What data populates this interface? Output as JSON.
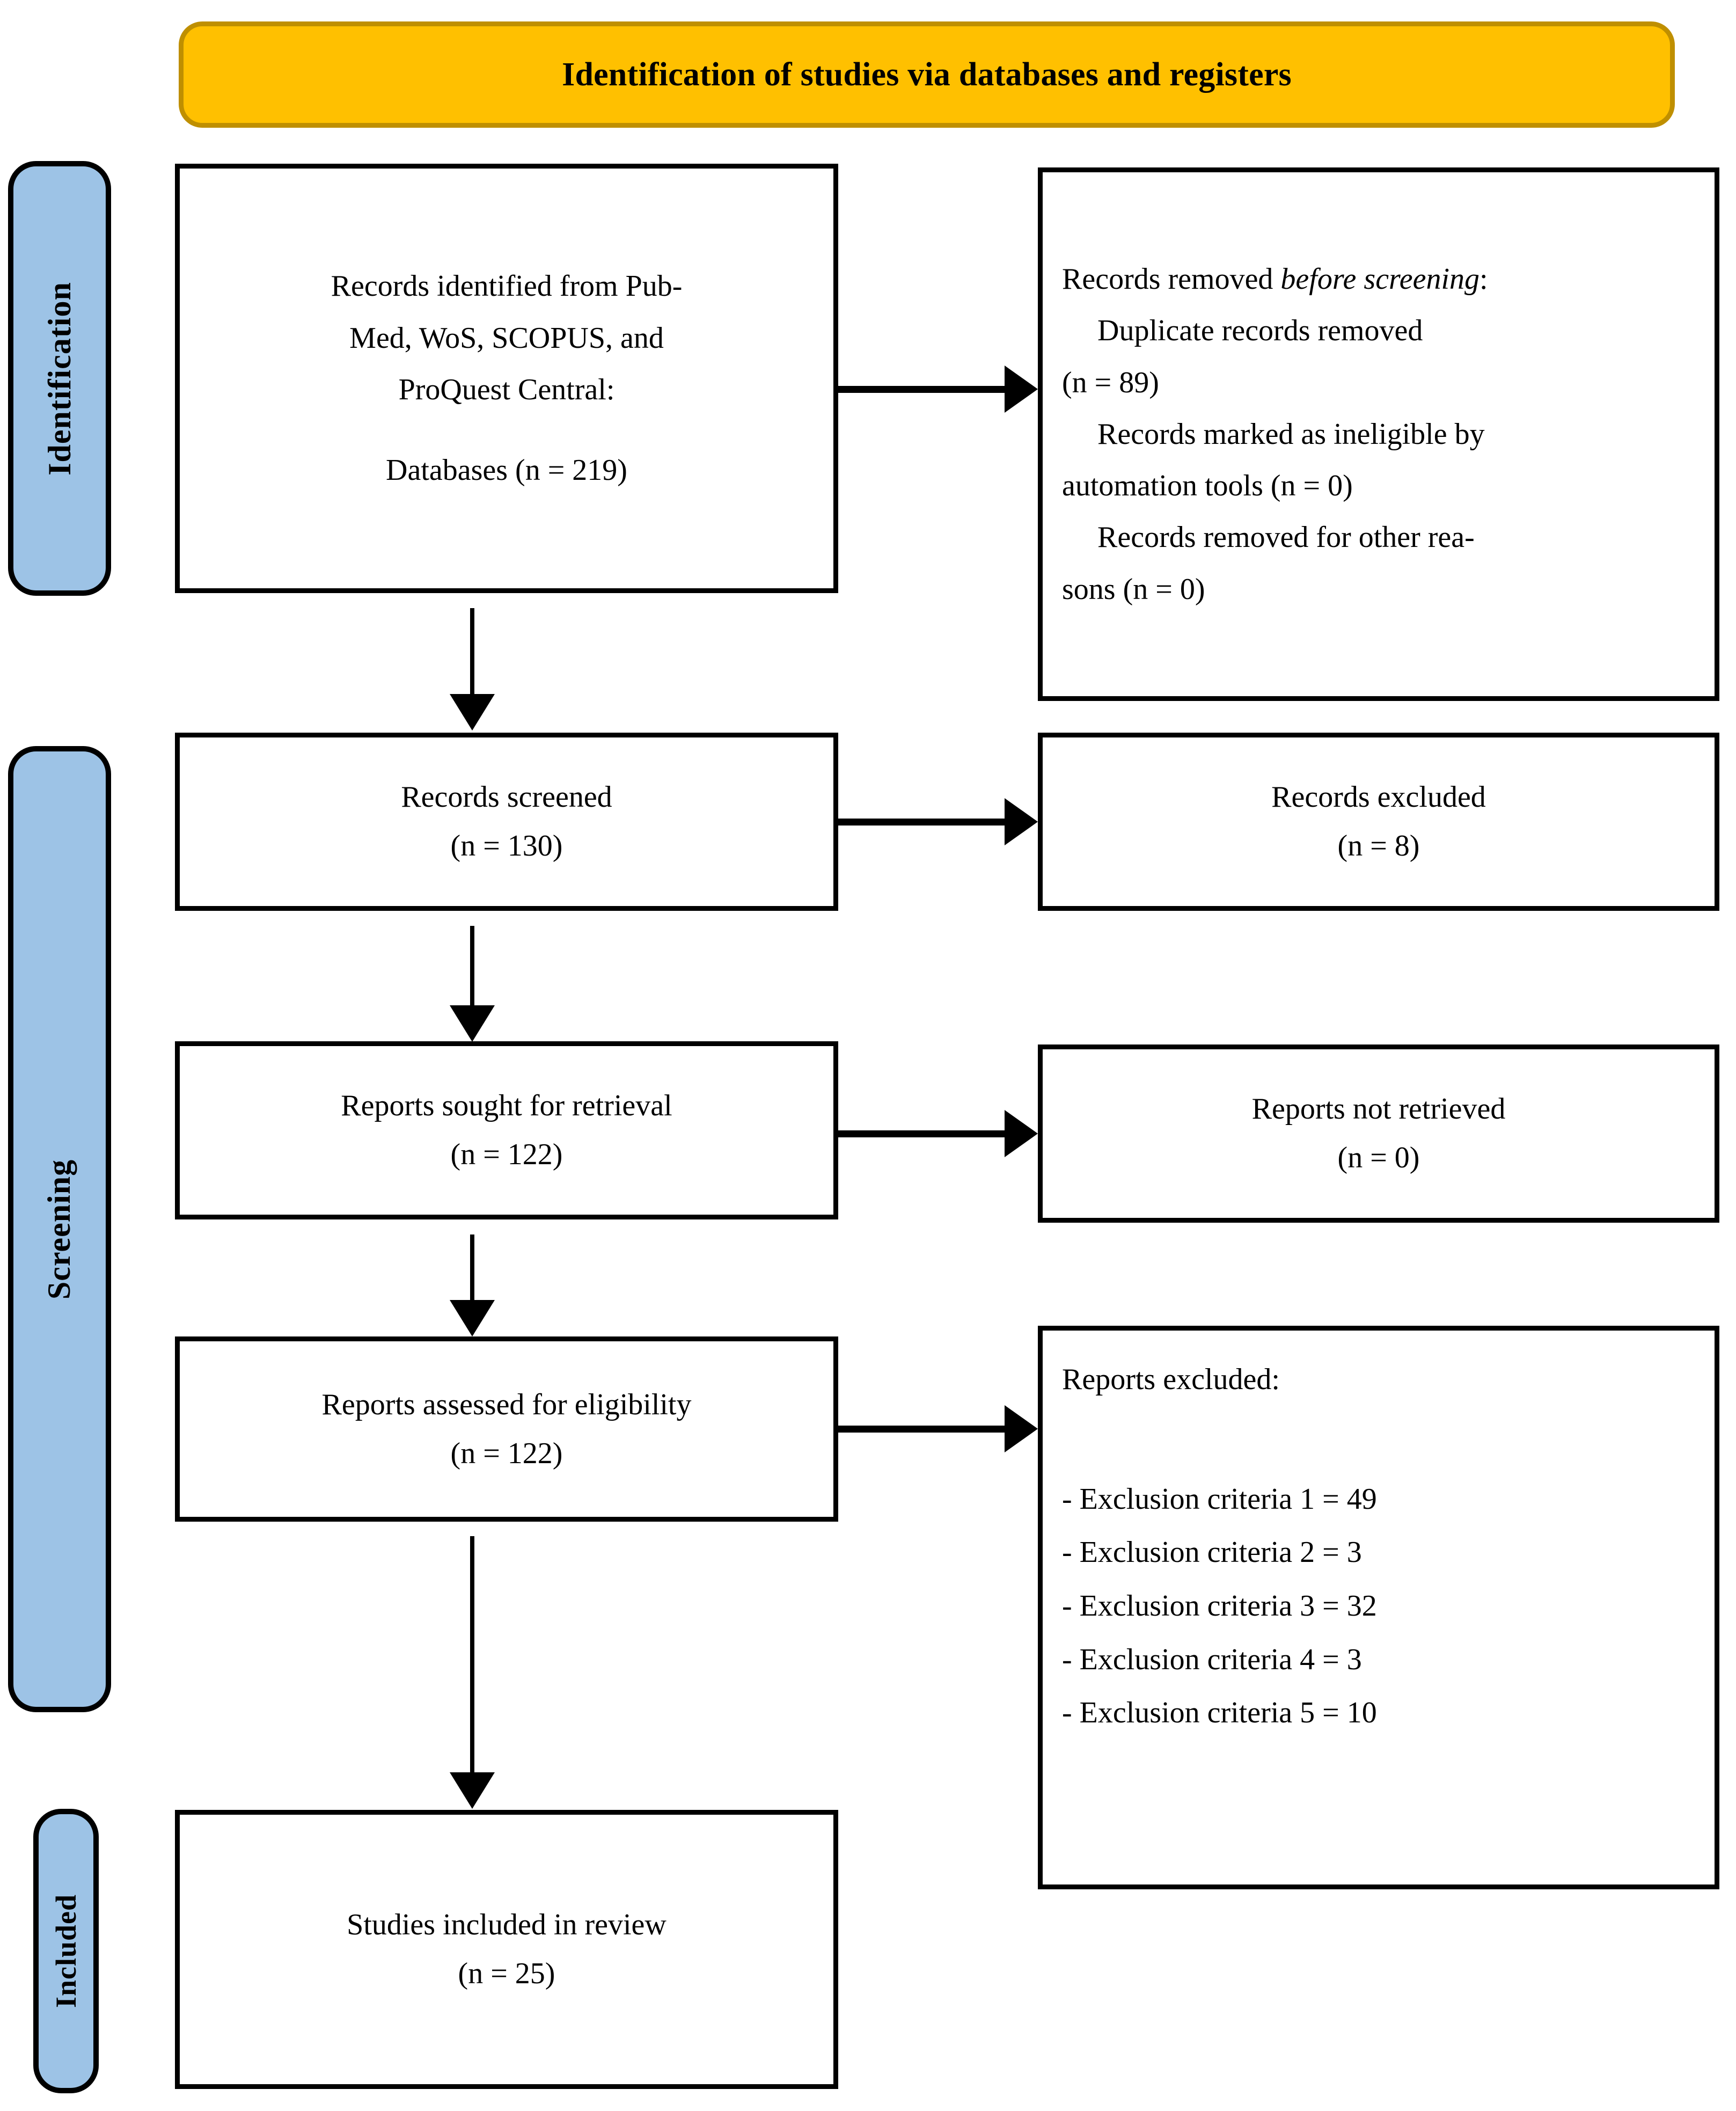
{
  "header": {
    "title": "Identification of studies via databases and registers",
    "background_color": "#FFC000",
    "border_color": "#BF8F00"
  },
  "stages": {
    "accent_color": "#9DC3E6",
    "identification": "Identification",
    "screening": "Screening",
    "included": "Included"
  },
  "boxes": {
    "records_identified": {
      "line1": "Records identified from Pub-",
      "line2": "Med, WoS, SCOPUS, and",
      "line3": "ProQuest Central:",
      "line4": "Databases (n = 219)"
    },
    "records_removed": {
      "title_plain": "Records removed ",
      "title_italic": "before screening",
      "title_colon": ":",
      "item1": "Duplicate records removed",
      "item1_n": "(n = 89)",
      "item2": "Records marked as ineligible by",
      "item2_n": "automation tools (n = 0)",
      "item3": "Records removed for other rea-",
      "item3_n": "sons (n = 0)"
    },
    "records_screened": {
      "label": "Records screened",
      "count": "(n = 130)"
    },
    "records_excluded": {
      "label": "Records excluded",
      "count": "(n = 8)"
    },
    "reports_sought": {
      "label": "Reports sought for retrieval",
      "count": "(n = 122)"
    },
    "reports_not_retrieved": {
      "label": "Reports not retrieved",
      "count": "(n = 0)"
    },
    "reports_assessed": {
      "label": "Reports assessed for eligibility",
      "count": "(n = 122)"
    },
    "reports_excluded": {
      "title": "Reports excluded:",
      "items": [
        "- Exclusion criteria 1 = 49",
        "- Exclusion criteria 2 = 3",
        "- Exclusion criteria 3 = 32",
        "- Exclusion criteria 4 = 3",
        "- Exclusion criteria 5 = 10"
      ]
    },
    "studies_included": {
      "label": "Studies included in review",
      "count": "(n = 25)"
    }
  },
  "chart_data": {
    "type": "diagram",
    "title": "Identification of studies via databases and registers",
    "diagram_kind": "PRISMA 2020 flow diagram",
    "stages": [
      "Identification",
      "Screening",
      "Included"
    ],
    "nodes": [
      {
        "id": "records_identified",
        "stage": "Identification",
        "column": "left",
        "label": "Records identified from PubMed, WoS, SCOPUS, and ProQuest Central: Databases",
        "n": 219
      },
      {
        "id": "records_removed",
        "stage": "Identification",
        "column": "right",
        "label": "Records removed before screening",
        "breakdown": [
          {
            "label": "Duplicate records removed",
            "n": 89
          },
          {
            "label": "Records marked as ineligible by automation tools",
            "n": 0
          },
          {
            "label": "Records removed for other reasons",
            "n": 0
          }
        ]
      },
      {
        "id": "records_screened",
        "stage": "Screening",
        "column": "left",
        "label": "Records screened",
        "n": 130
      },
      {
        "id": "records_excluded",
        "stage": "Screening",
        "column": "right",
        "label": "Records excluded",
        "n": 8
      },
      {
        "id": "reports_sought",
        "stage": "Screening",
        "column": "left",
        "label": "Reports sought for retrieval",
        "n": 122
      },
      {
        "id": "reports_not_retrieved",
        "stage": "Screening",
        "column": "right",
        "label": "Reports not retrieved",
        "n": 0
      },
      {
        "id": "reports_assessed",
        "stage": "Screening",
        "column": "left",
        "label": "Reports assessed for eligibility",
        "n": 122
      },
      {
        "id": "reports_excluded",
        "stage": "Screening",
        "column": "right",
        "label": "Reports excluded",
        "breakdown": [
          {
            "label": "Exclusion criteria 1",
            "n": 49
          },
          {
            "label": "Exclusion criteria 2",
            "n": 3
          },
          {
            "label": "Exclusion criteria 3",
            "n": 32
          },
          {
            "label": "Exclusion criteria 4",
            "n": 3
          },
          {
            "label": "Exclusion criteria 5",
            "n": 10
          }
        ]
      },
      {
        "id": "studies_included",
        "stage": "Included",
        "column": "left",
        "label": "Studies included in review",
        "n": 25
      }
    ],
    "edges": [
      {
        "from": "records_identified",
        "to": "records_removed",
        "direction": "right"
      },
      {
        "from": "records_identified",
        "to": "records_screened",
        "direction": "down"
      },
      {
        "from": "records_screened",
        "to": "records_excluded",
        "direction": "right"
      },
      {
        "from": "records_screened",
        "to": "reports_sought",
        "direction": "down"
      },
      {
        "from": "reports_sought",
        "to": "reports_not_retrieved",
        "direction": "right"
      },
      {
        "from": "reports_sought",
        "to": "reports_assessed",
        "direction": "down"
      },
      {
        "from": "reports_assessed",
        "to": "reports_excluded",
        "direction": "right"
      },
      {
        "from": "reports_assessed",
        "to": "studies_included",
        "direction": "down"
      }
    ]
  }
}
